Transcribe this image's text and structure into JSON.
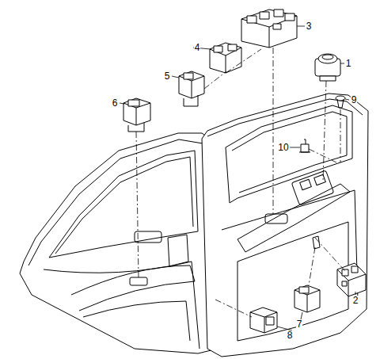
{
  "diagram": {
    "labels": [
      "3",
      "4",
      "1",
      "5",
      "9",
      "6",
      "10",
      "2",
      "7",
      "8"
    ]
  }
}
